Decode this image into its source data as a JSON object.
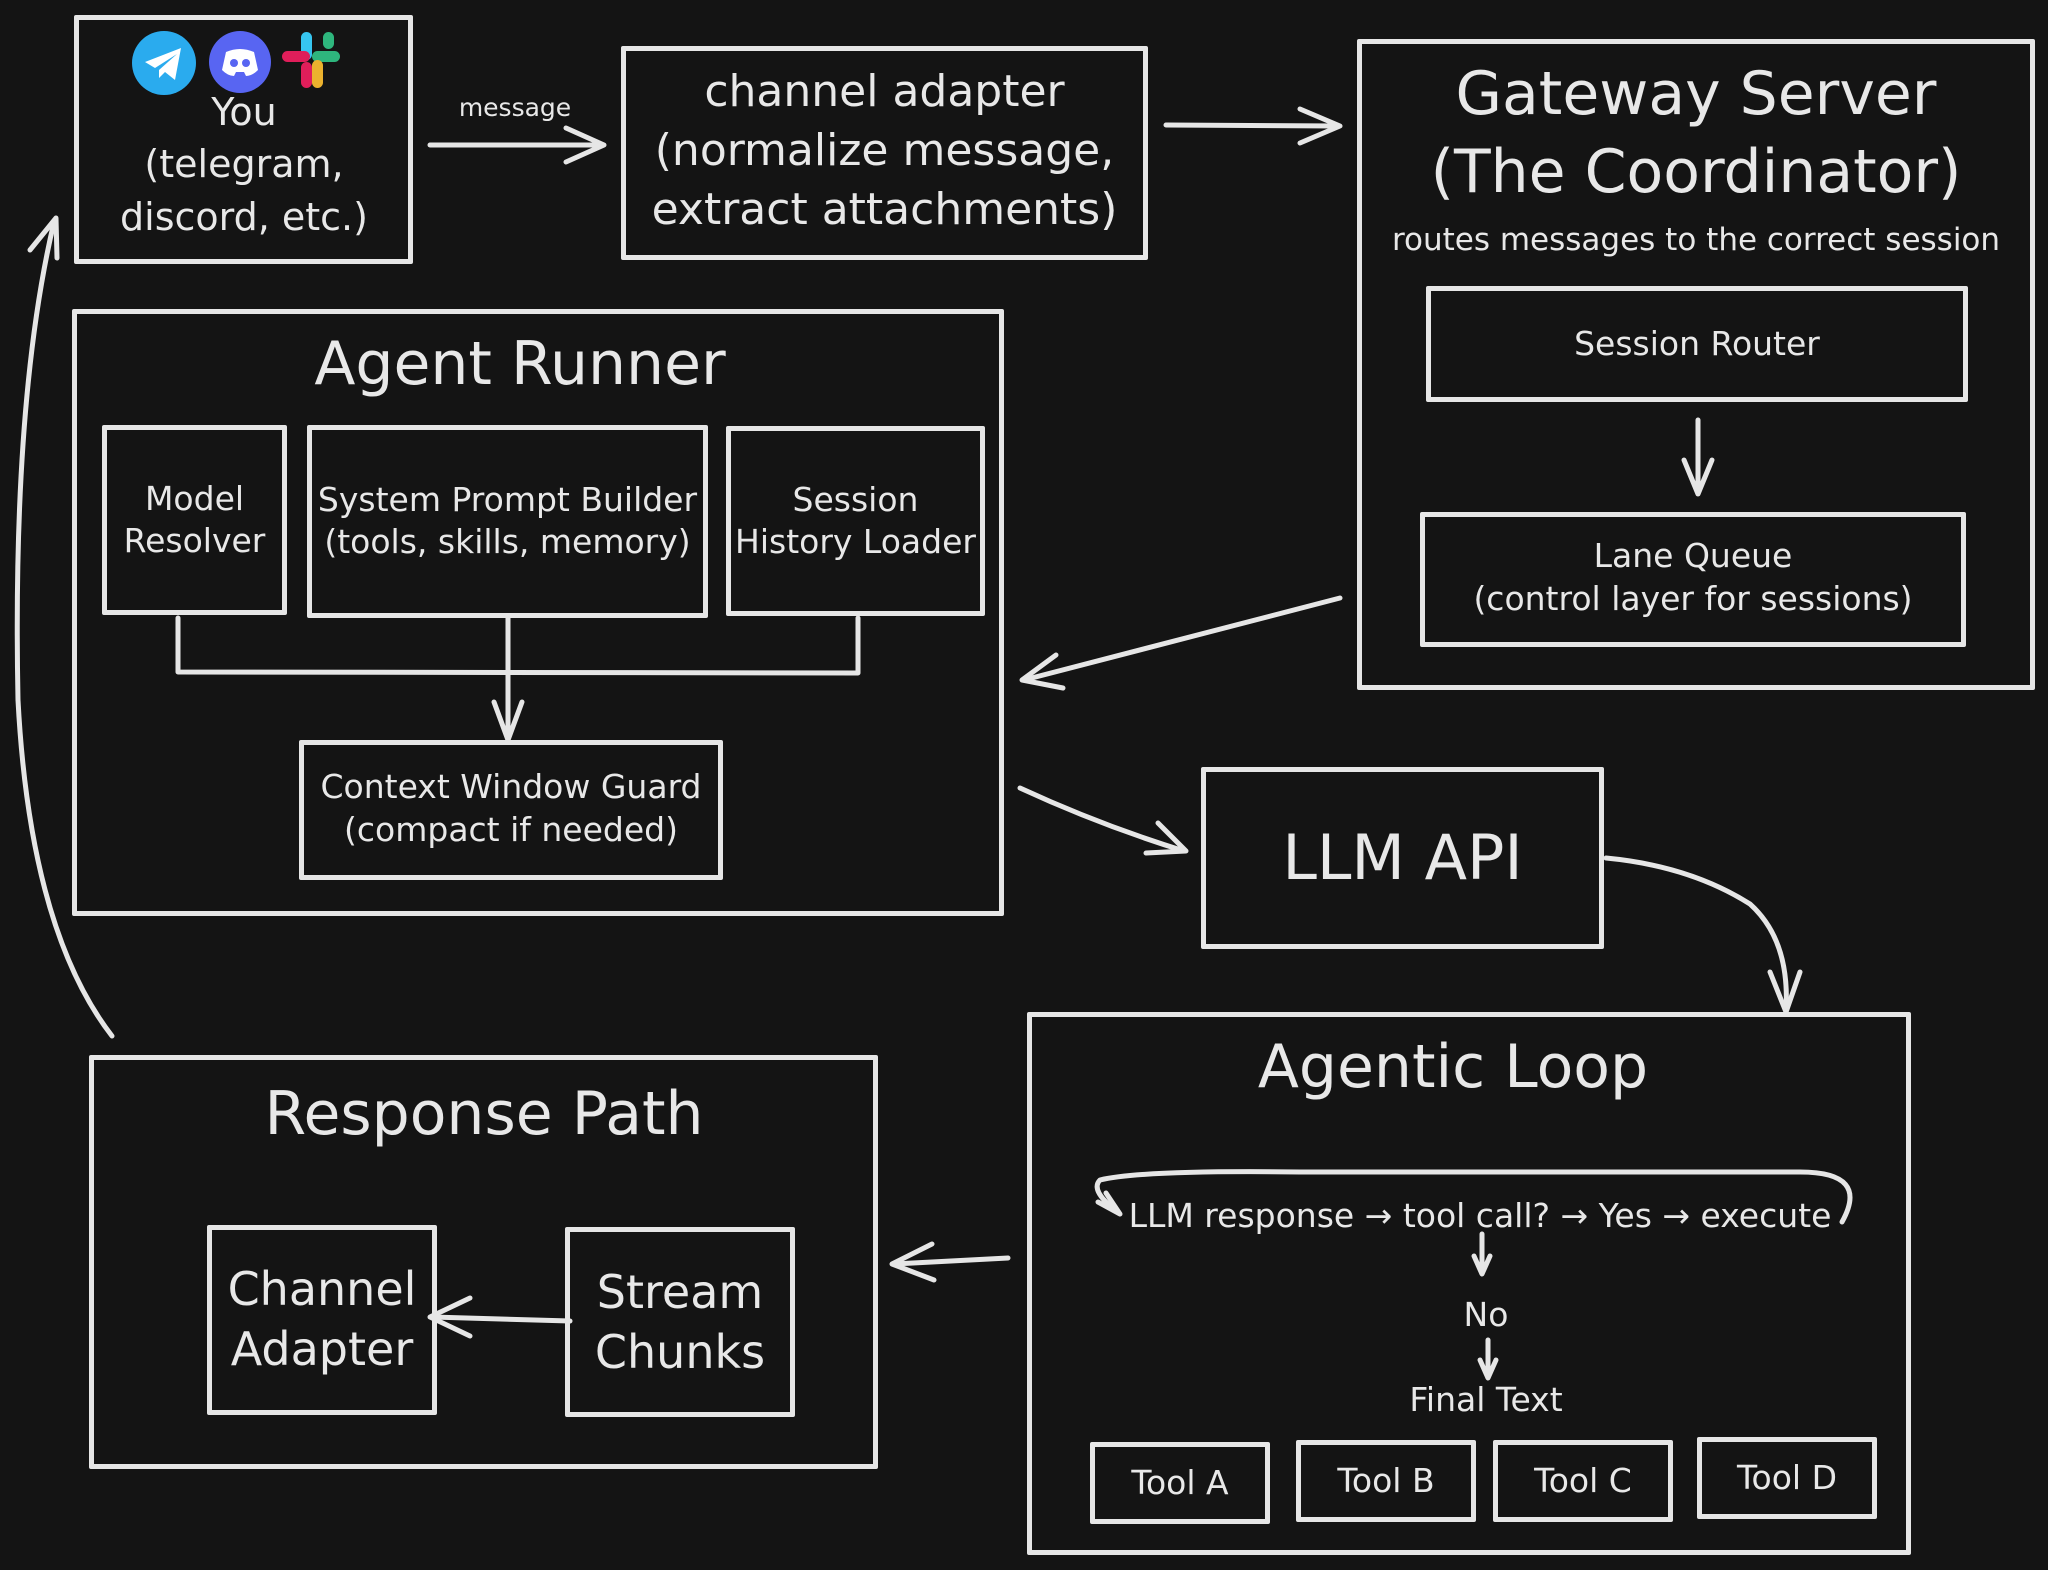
{
  "you": {
    "label": "You\n(telegram,\ndiscord, etc.)",
    "icons": [
      "telegram-icon",
      "discord-icon",
      "slack-icon"
    ],
    "icon_colors": {
      "telegram": "#2AABEE",
      "discord": "#5865F2",
      "slack": [
        "#E01E5A",
        "#36C5F0",
        "#2EB67D",
        "#ECB22E"
      ]
    }
  },
  "edge_labels": {
    "message": "message"
  },
  "channel_adapter_in": {
    "label": "channel adapter\n(normalize message,\nextract attachments)"
  },
  "gateway": {
    "title": "Gateway Server\n(The Coordinator)",
    "subtitle": "routes messages to the correct session",
    "session_router": "Session Router",
    "lane_queue": "Lane Queue\n(control layer for sessions)"
  },
  "agent_runner": {
    "title": "Agent Runner",
    "model_resolver": "Model\nResolver",
    "prompt_builder": "System Prompt Builder\n(tools, skills, memory)",
    "history_loader": "Session\nHistory Loader",
    "context_guard": "Context Window Guard\n(compact if needed)"
  },
  "llm_api": {
    "label": "LLM API"
  },
  "agentic_loop": {
    "title": "Agentic Loop",
    "loop_text": "LLM response → tool call? → Yes → execute",
    "no": "No",
    "final_text": "Final Text",
    "tools": [
      "Tool A",
      "Tool B",
      "Tool C",
      "Tool D"
    ]
  },
  "response_path": {
    "title": "Response Path",
    "channel_adapter": "Channel\nAdapter",
    "stream_chunks": "Stream\nChunks"
  },
  "colors": {
    "background": "#141414",
    "stroke": "#e6e6e6",
    "text": "#e8e8e8"
  }
}
